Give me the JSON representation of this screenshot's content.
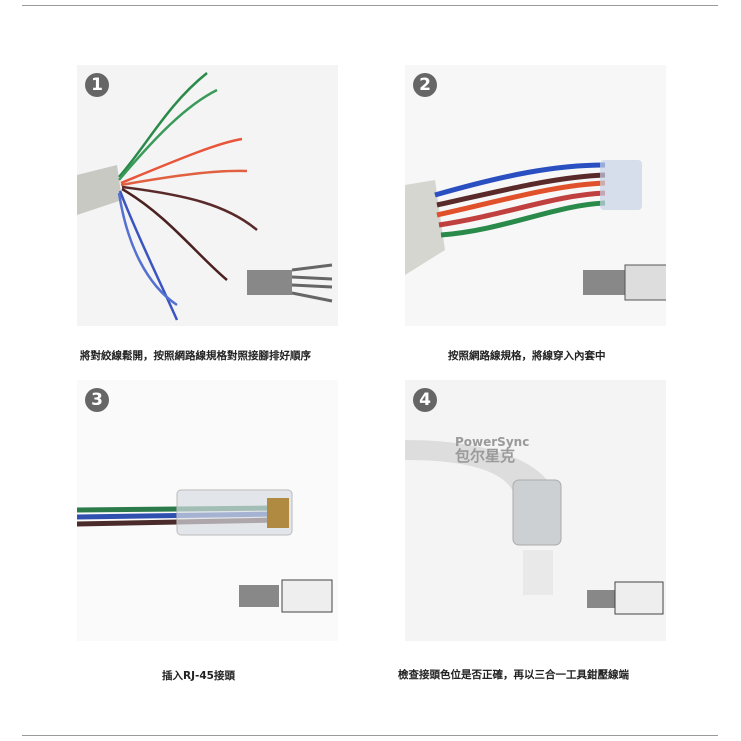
{
  "steps": [
    {
      "number": "1",
      "caption": "將對絞線鬆開，按照網路線規格對照接腳排好順序"
    },
    {
      "number": "2",
      "caption": "按照網路線規格，將線穿入內套中"
    },
    {
      "number": "3",
      "caption": "插入RJ-45接頭"
    },
    {
      "number": "4",
      "caption": "檢查接頭色位是否正確，再以三合一工具鉗壓線端"
    }
  ],
  "watermark": {
    "brand": "PowerSync",
    "brand_zh": "包尔星克"
  }
}
